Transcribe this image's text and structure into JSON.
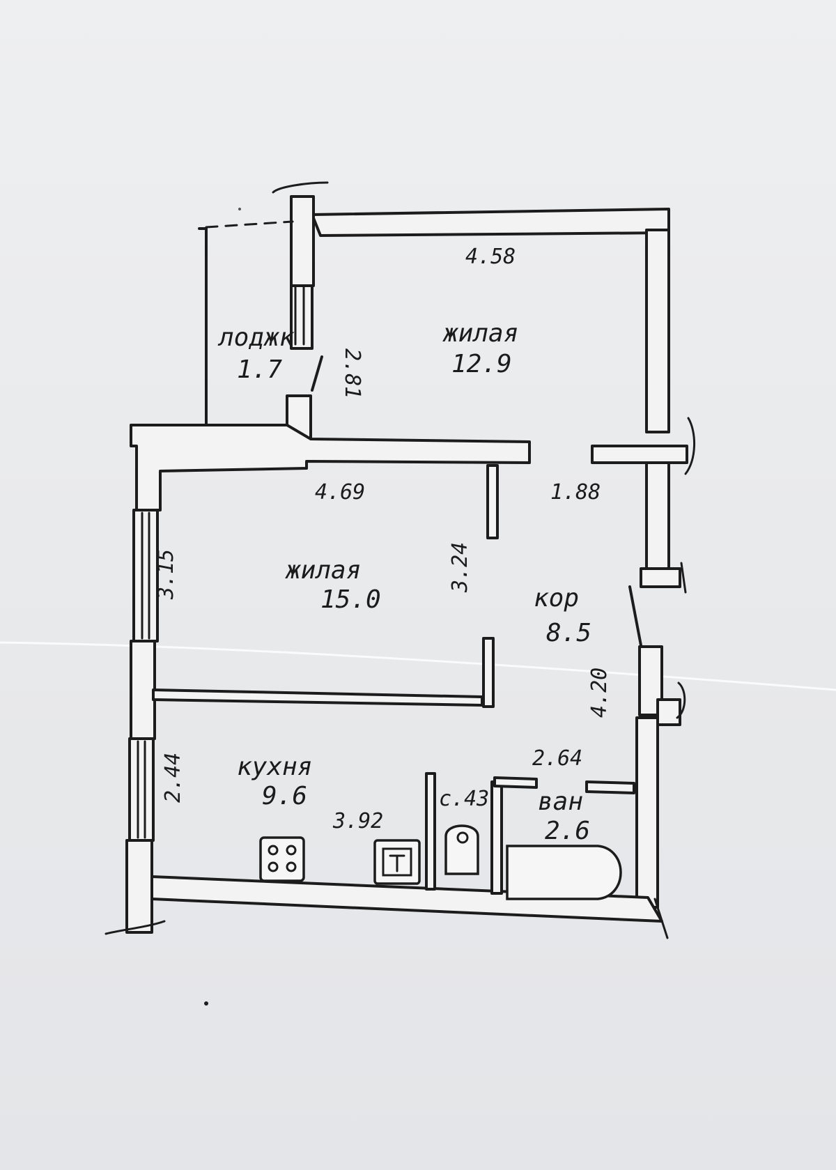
{
  "plan": {
    "rooms": [
      {
        "key": "loggia",
        "name": "лоджк",
        "area": "1.7"
      },
      {
        "key": "living1",
        "name": "жилая",
        "area": "12.9"
      },
      {
        "key": "living2",
        "name": "жилая",
        "area": "15.0"
      },
      {
        "key": "corridor",
        "name": "кор",
        "area": "8.5"
      },
      {
        "key": "kitchen",
        "name": "кухня",
        "area": "9.6"
      },
      {
        "key": "wc",
        "name": "с.43",
        "area": ""
      },
      {
        "key": "bath",
        "name": "ван",
        "area": "2.6"
      }
    ],
    "dimensions": {
      "d458": "4.58",
      "d281": "2.81",
      "d469": "4.69",
      "d188": "1.88",
      "d315": "3.15",
      "d324": "3.24",
      "d420": "4.20",
      "d264": "2.64",
      "d244": "2.44",
      "d392": "3.92"
    }
  }
}
